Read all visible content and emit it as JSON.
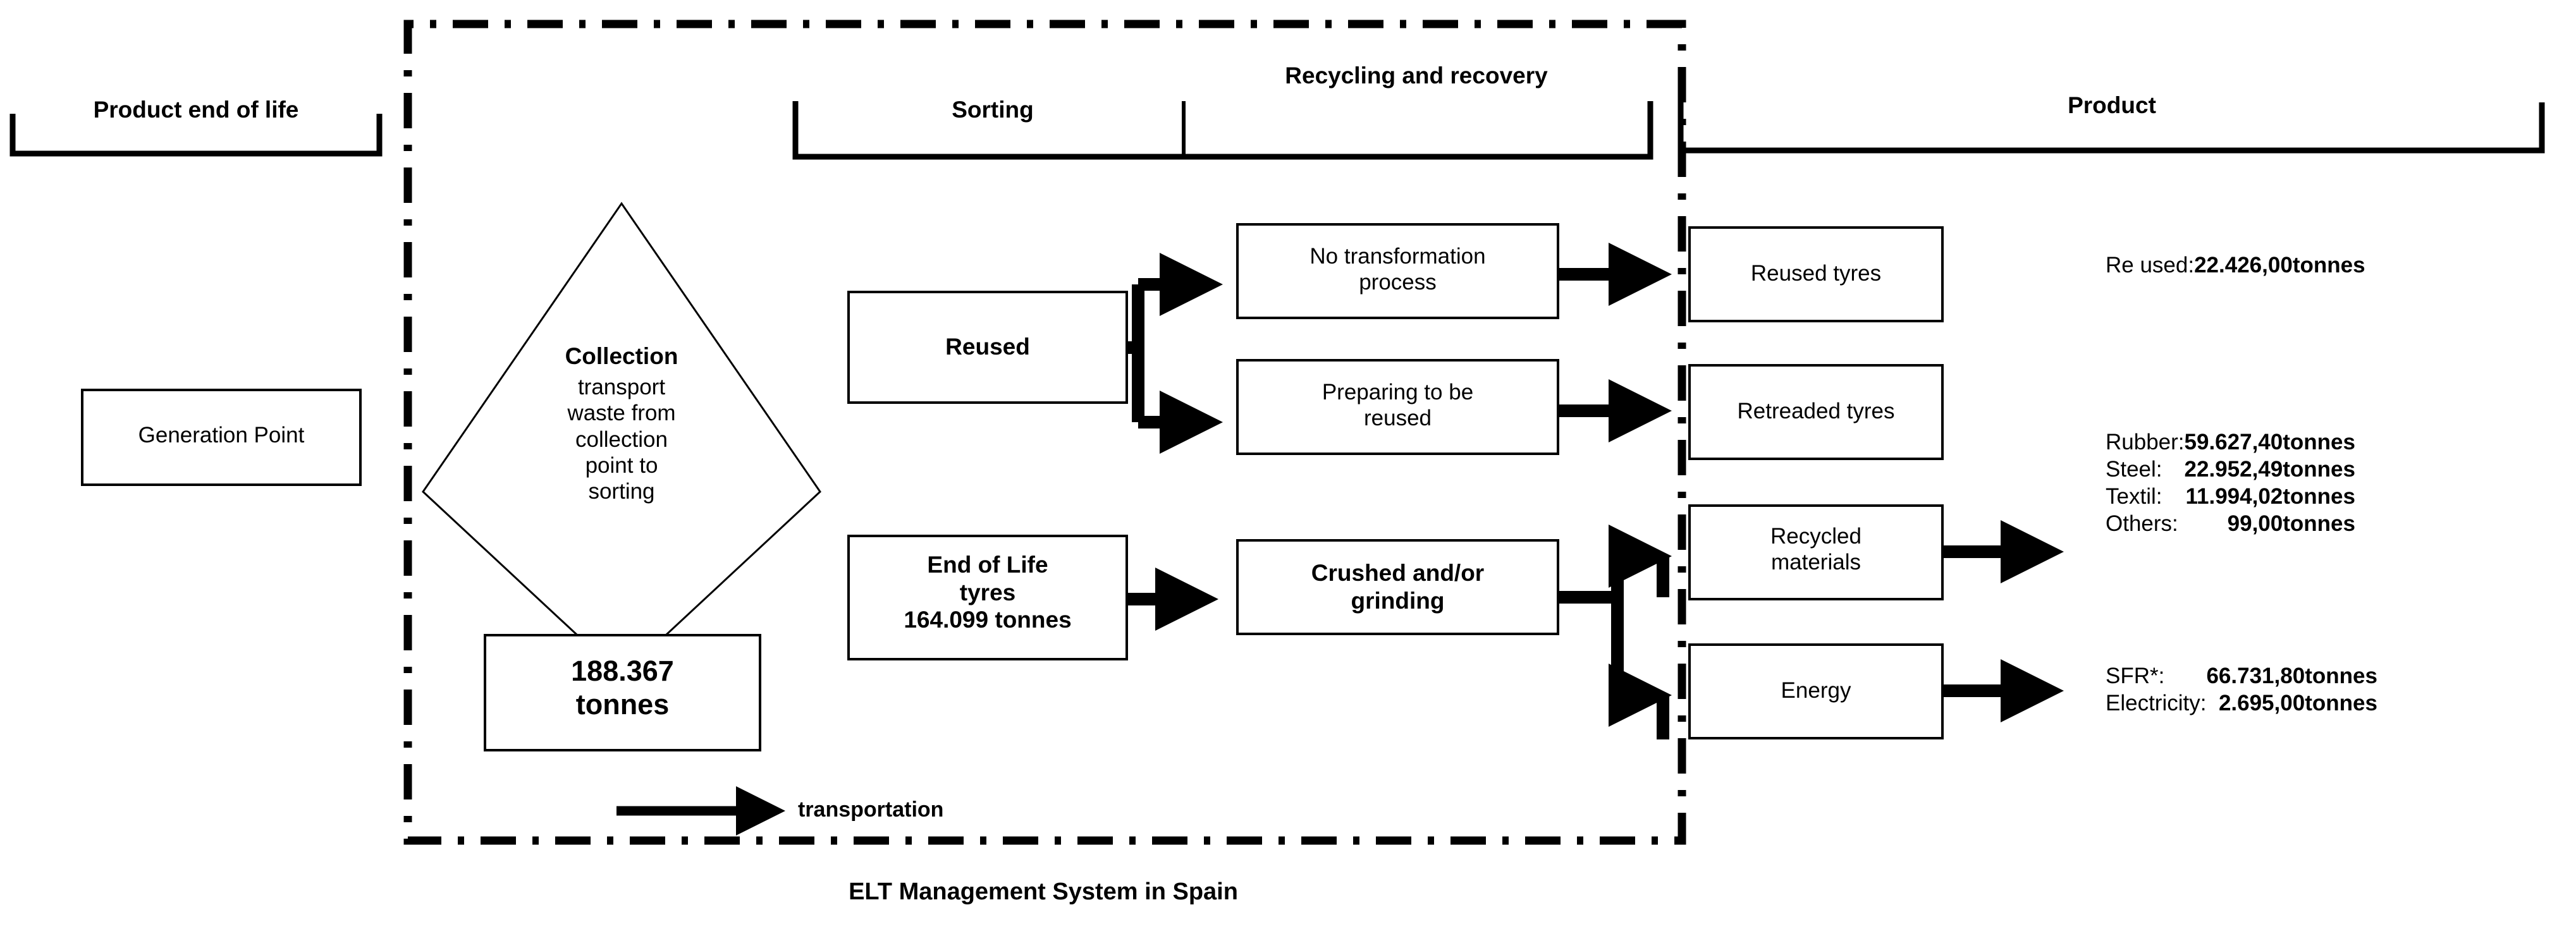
{
  "headers": {
    "product_end_of_life": "Product end of life",
    "sorting": "Sorting",
    "recycling_and_recovery": "Recycling and\nrecovery",
    "product": "Product"
  },
  "nodes": {
    "generation_point": "Generation  Point",
    "collection_title": "Collection",
    "collection_body": "transport\nwaste from\ncollection\npoint  to\nsorting",
    "collection_amount": "188.367\ntonnes",
    "reused": "Reused",
    "end_of_life_tyres": "End of Life\ntyres\n164.099 tonnes",
    "no_transformation_process": "No transformation\nprocess",
    "preparing_to_be_reused": "Preparing  to be\nreused",
    "crushed_or_grinding": "Crushed and/or\ngrinding",
    "reused_tyres": "Reused  tyres",
    "retreaded_tyres": "Retreaded  tyres",
    "recycled_materials": "Recycled\nmaterials",
    "energy": "Energy"
  },
  "stats": {
    "reuse_group": [
      {
        "key": "Re used:",
        "value": "22.426,00",
        "unit": "tonnes"
      }
    ],
    "materials_group": [
      {
        "key": "Rubber:",
        "value": "59.627,40",
        "unit": "tonnes"
      },
      {
        "key": "Steel:",
        "value": "22.952,49",
        "unit": "tonnes"
      },
      {
        "key": "Textil:",
        "value": "11.994,02",
        "unit": "tonnes"
      },
      {
        "key": "Others:",
        "value": "99,00",
        "unit": "tonnes"
      }
    ],
    "energy_group": [
      {
        "key": "SFR*:",
        "value": "66.731,80",
        "unit": "tonnes"
      },
      {
        "key": "Electricity:",
        "value": "2.695,00",
        "unit": "tonnes"
      }
    ]
  },
  "legend": {
    "transportation": "transportation"
  },
  "caption": "ELT Management System in Spain",
  "colors": {
    "stroke": "#000000",
    "fill": "#ffffff",
    "background": "#ffffff"
  }
}
